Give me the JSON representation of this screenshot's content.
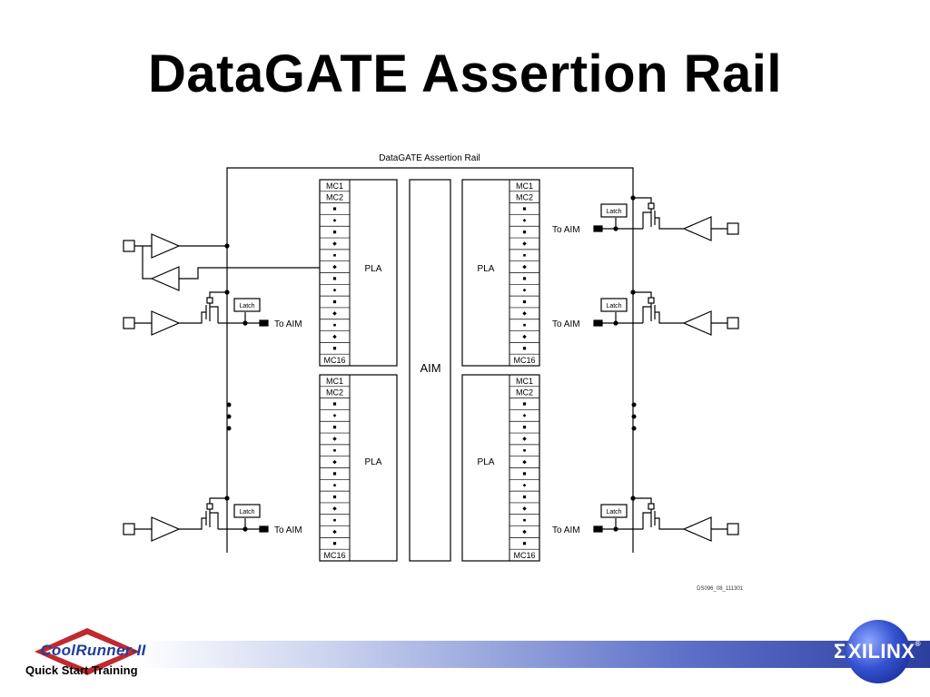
{
  "slide": {
    "title": "DataGATE Assertion Rail"
  },
  "diagram": {
    "rail_label": "DataGATE Assertion Rail",
    "mc_labels": [
      "MC1",
      "MC2",
      "MC16"
    ],
    "pla_label": "PLA",
    "aim_label": "AIM",
    "latch_label": "Latch",
    "to_aim_label": "To AIM",
    "figure_id": "DS096_08_111301"
  },
  "footer": {
    "brand": "CoolRunner-II",
    "subtitle": "Quick Start Training",
    "company": "XILINX",
    "company_mark": "Σ",
    "registered": "®",
    "band_colors": [
      "#ffffff",
      "#c9d2ee",
      "#5b6fc8",
      "#2c3f9e"
    ]
  }
}
